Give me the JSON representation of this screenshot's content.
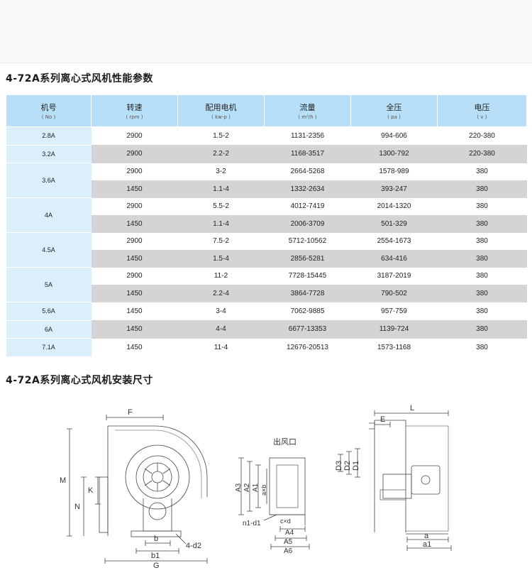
{
  "title1": "4-72A系列离心式风机性能参数",
  "title2": "4-72A系列离心式风机安装尺寸",
  "headers": [
    {
      "label": "机号",
      "unit": "( No )"
    },
    {
      "label": "转速",
      "unit": "( rpm )"
    },
    {
      "label": "配用电机",
      "unit": "( kw-p )"
    },
    {
      "label": "流量",
      "unit": "( m³/h )"
    },
    {
      "label": "全压",
      "unit": "( pa )"
    },
    {
      "label": "电压",
      "unit": "( v )"
    }
  ],
  "models": [
    "2.8A",
    "3.2A",
    "3.6A",
    "4A",
    "4.5A",
    "5A",
    "5.6A",
    "6A",
    "7.1A"
  ],
  "rows": [
    [
      "2900",
      "1.5-2",
      "1131-2356",
      "994-606",
      "220-380"
    ],
    [
      "2900",
      "2.2-2",
      "1168-3517",
      "1300-792",
      "220-380"
    ],
    [
      "2900",
      "3-2",
      "2664-5268",
      "1578-989",
      "380"
    ],
    [
      "1450",
      "1.1-4",
      "1332-2634",
      "393-247",
      "380"
    ],
    [
      "2900",
      "5.5-2",
      "4012-7419",
      "2014-1320",
      "380"
    ],
    [
      "1450",
      "1.1-4",
      "2006-3709",
      "501-329",
      "380"
    ],
    [
      "2900",
      "7.5-2",
      "5712-10562",
      "2554-1673",
      "380"
    ],
    [
      "1450",
      "1.5-4",
      "2856-5281",
      "634-416",
      "380"
    ],
    [
      "2900",
      "11-2",
      "7728-15445",
      "3187-2019",
      "380"
    ],
    [
      "1450",
      "2.2-4",
      "3864-7728",
      "790-502",
      "380"
    ],
    [
      "1450",
      "3-4",
      "7062-9885",
      "957-759",
      "380"
    ],
    [
      "1450",
      "4-4",
      "6677-13353",
      "1139-724",
      "380"
    ],
    [
      "1450",
      "11-4",
      "12676-20513",
      "1573-1168",
      "380"
    ]
  ],
  "drawing": {
    "outlet_caption": "出风口",
    "labels_front": [
      "F",
      "M",
      "K",
      "N",
      "b",
      "b1",
      "G",
      "4-d2"
    ],
    "labels_outlet": [
      "A3",
      "A2",
      "A1",
      "a×b",
      "n1-d1",
      "c×d",
      "A4",
      "A5",
      "A6"
    ],
    "labels_side": [
      "L",
      "E",
      "D3",
      "D2",
      "D1",
      "a",
      "a1"
    ]
  }
}
